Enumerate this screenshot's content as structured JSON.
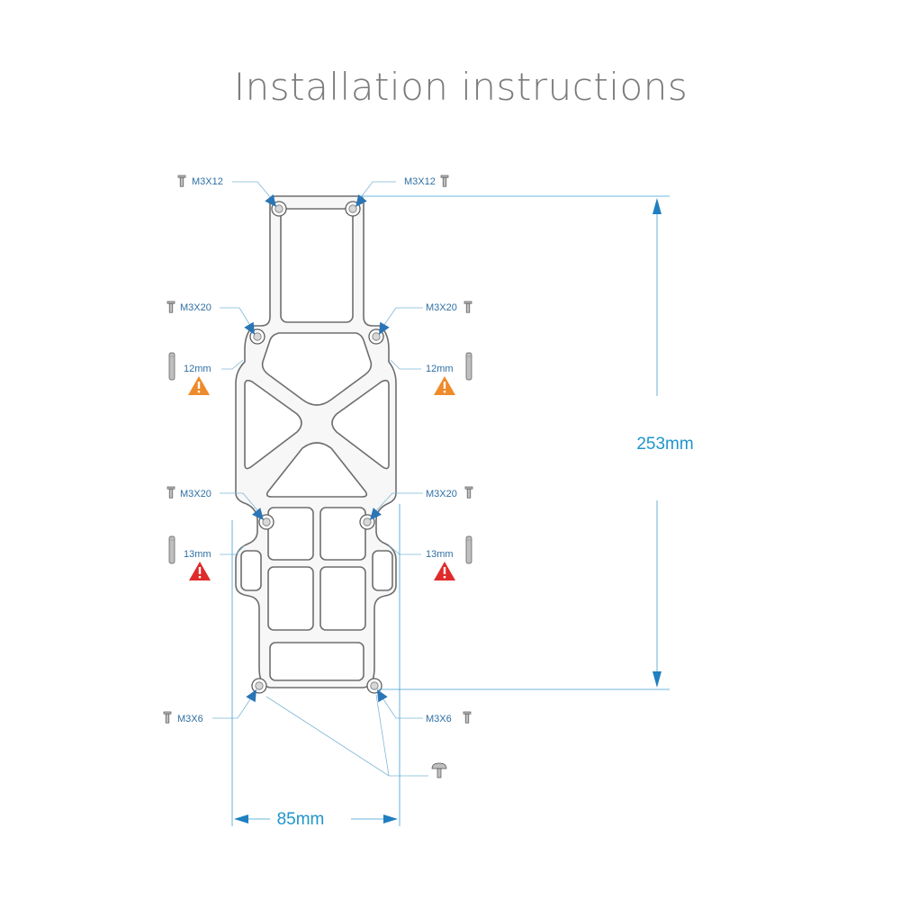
{
  "title": "Installation instructions",
  "labels": {
    "screw_top_left": "M3X12",
    "screw_top_right": "M3X12",
    "screw_upper_mid_left": "M3X20",
    "screw_upper_mid_right": "M3X20",
    "standoff_upper_left": "12mm",
    "standoff_upper_right": "12mm",
    "screw_lower_mid_left": "M3X20",
    "screw_lower_mid_right": "M3X20",
    "standoff_lower_left": "13mm",
    "standoff_lower_right": "13mm",
    "screw_bottom_left": "M3X6",
    "screw_bottom_right": "M3X6"
  },
  "dimensions": {
    "height": "253mm",
    "width": "85mm"
  },
  "colors": {
    "label_blue": "#2f6fa3",
    "dimension_blue": "#1f95c9",
    "warning_orange": "#ef8a2a",
    "warning_red": "#e02b2b",
    "frame_gray": "#6e6e6e"
  },
  "icons": {
    "screw": "screw-icon",
    "standoff": "standoff-icon",
    "warning": "warning-triangle-icon",
    "pan_head_screw": "pan-head-screw-icon"
  }
}
